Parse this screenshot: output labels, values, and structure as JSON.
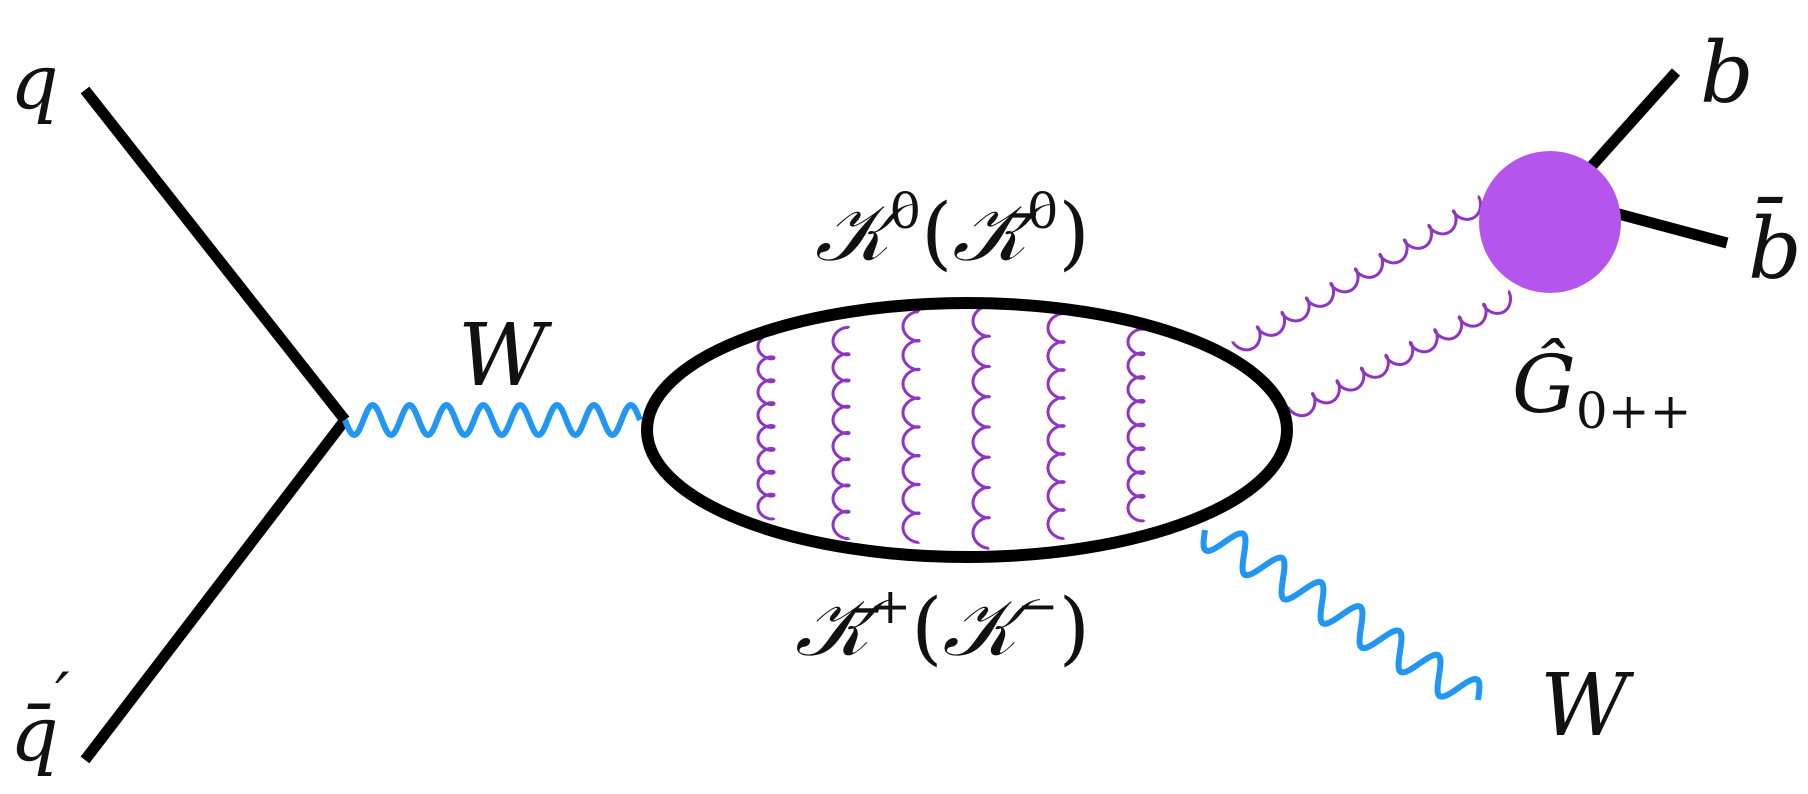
{
  "diagram": {
    "labels": {
      "q": "q",
      "qbar": "q̄",
      "qbar_prime": "′",
      "w_left": "W",
      "w_right": "W",
      "b": "b",
      "bbar": "b̄",
      "k_top_main": "𝒦",
      "k_top_sup": "0",
      "k_top_paren_open": "(",
      "k_top_bar": "𝒦̄",
      "k_top_bar_sup": "0",
      "k_top_paren_close": ")",
      "k_bottom_main": "𝒦̄",
      "k_bottom_sup": "+",
      "k_bottom_paren_open": "(",
      "k_bottom_inner": "𝒦",
      "k_bottom_inner_sup": "−",
      "k_bottom_paren_close": ")",
      "ghat_main": "Ĝ",
      "ghat_sub": "0++"
    },
    "colors": {
      "fermion": "#000000",
      "w_boson": "#2196F3",
      "gluon": "#8E35C6",
      "blob": "#B455EE",
      "text": "#111111"
    }
  }
}
